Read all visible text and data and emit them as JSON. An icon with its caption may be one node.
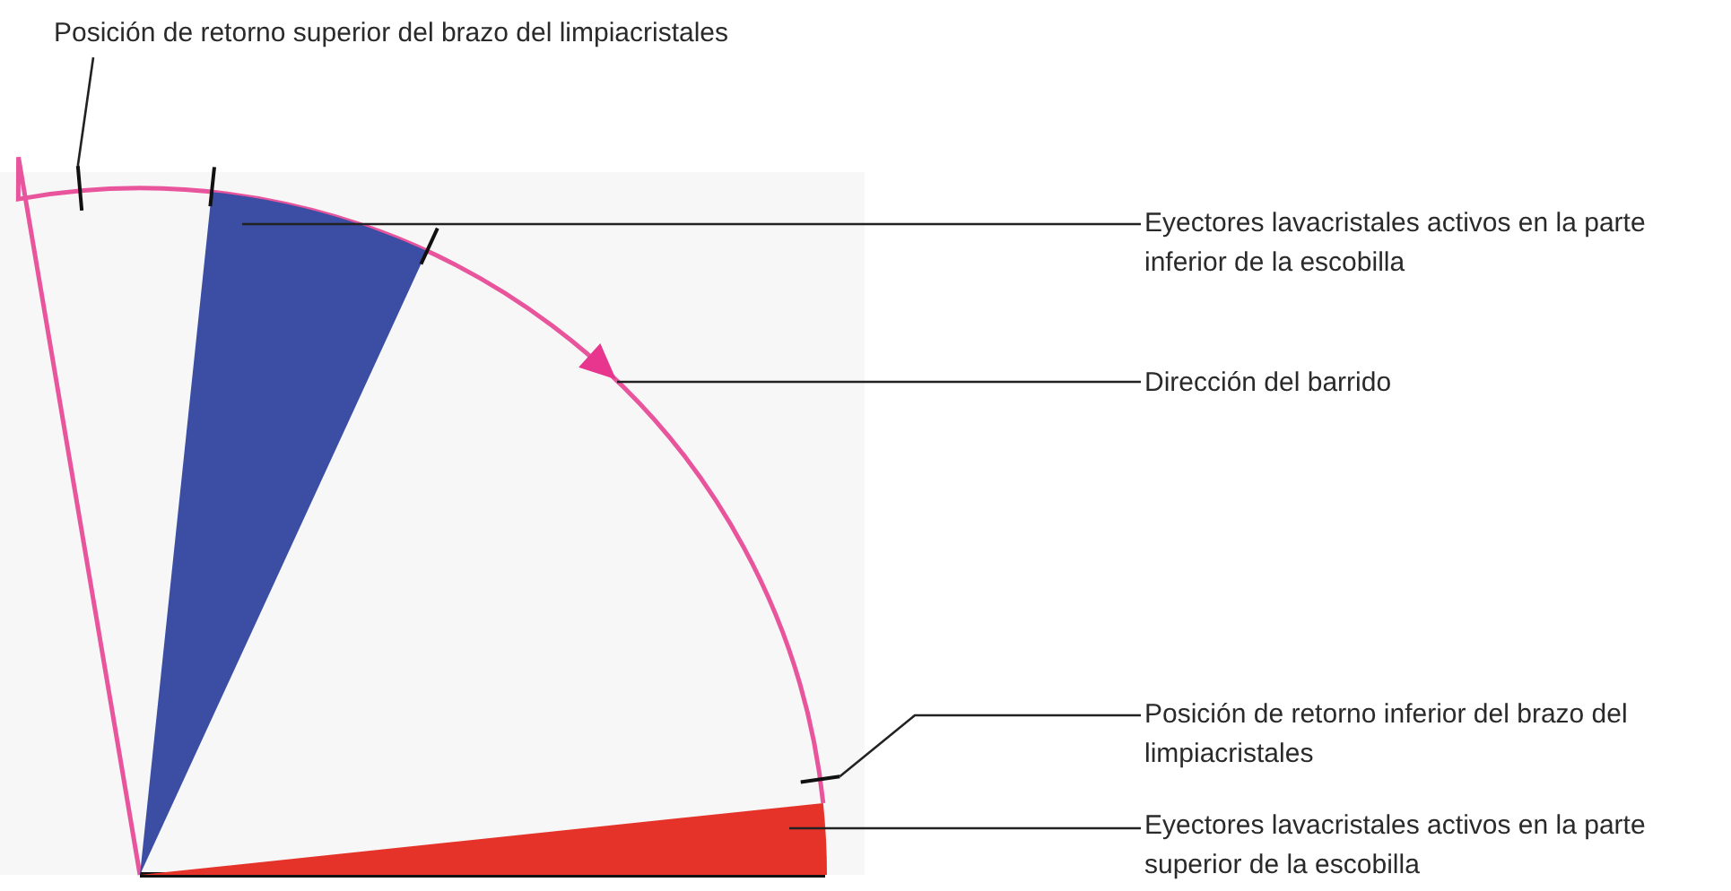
{
  "diagram": {
    "nodes": [
      {
        "text": [
          "Posición de retorno superior del brazo del limpiacristales"
        ]
      },
      {
        "text": [],
        "shape": "bar"
      },
      {
        "text": [
          "Eyectores lavacristales activos en la parte inferior de la escobilla"
        ]
      },
      {
        "text": [],
        "shape": "wedge"
      },
      {
        "text": [
          "Dirección del barrido"
        ]
      },
      {
        "text": [],
        "shape": "triangle"
      },
      {
        "text": [
          "Posición de retorno inferior del brazo del limpiacristales"
        ]
      },
      {
        "text": [],
        "shape": "bar"
      },
      {
        "text": [
          "Eyectores lavacristales activos en la parte superior de la escobilla"
        ]
      },
      {
        "text": [],
        "shape": "wedge"
      }
    ],
    "edges": [
      {
        "from": 0,
        "to": 1,
        "arrow": "none"
      },
      {
        "from": 2,
        "to": 3,
        "arrow": "none"
      },
      {
        "from": 4,
        "to": 5,
        "arrow": "none"
      },
      {
        "from": 6,
        "to": 7,
        "arrow": "none"
      },
      {
        "from": 8,
        "to": 9,
        "arrow": "none"
      }
    ]
  }
}
